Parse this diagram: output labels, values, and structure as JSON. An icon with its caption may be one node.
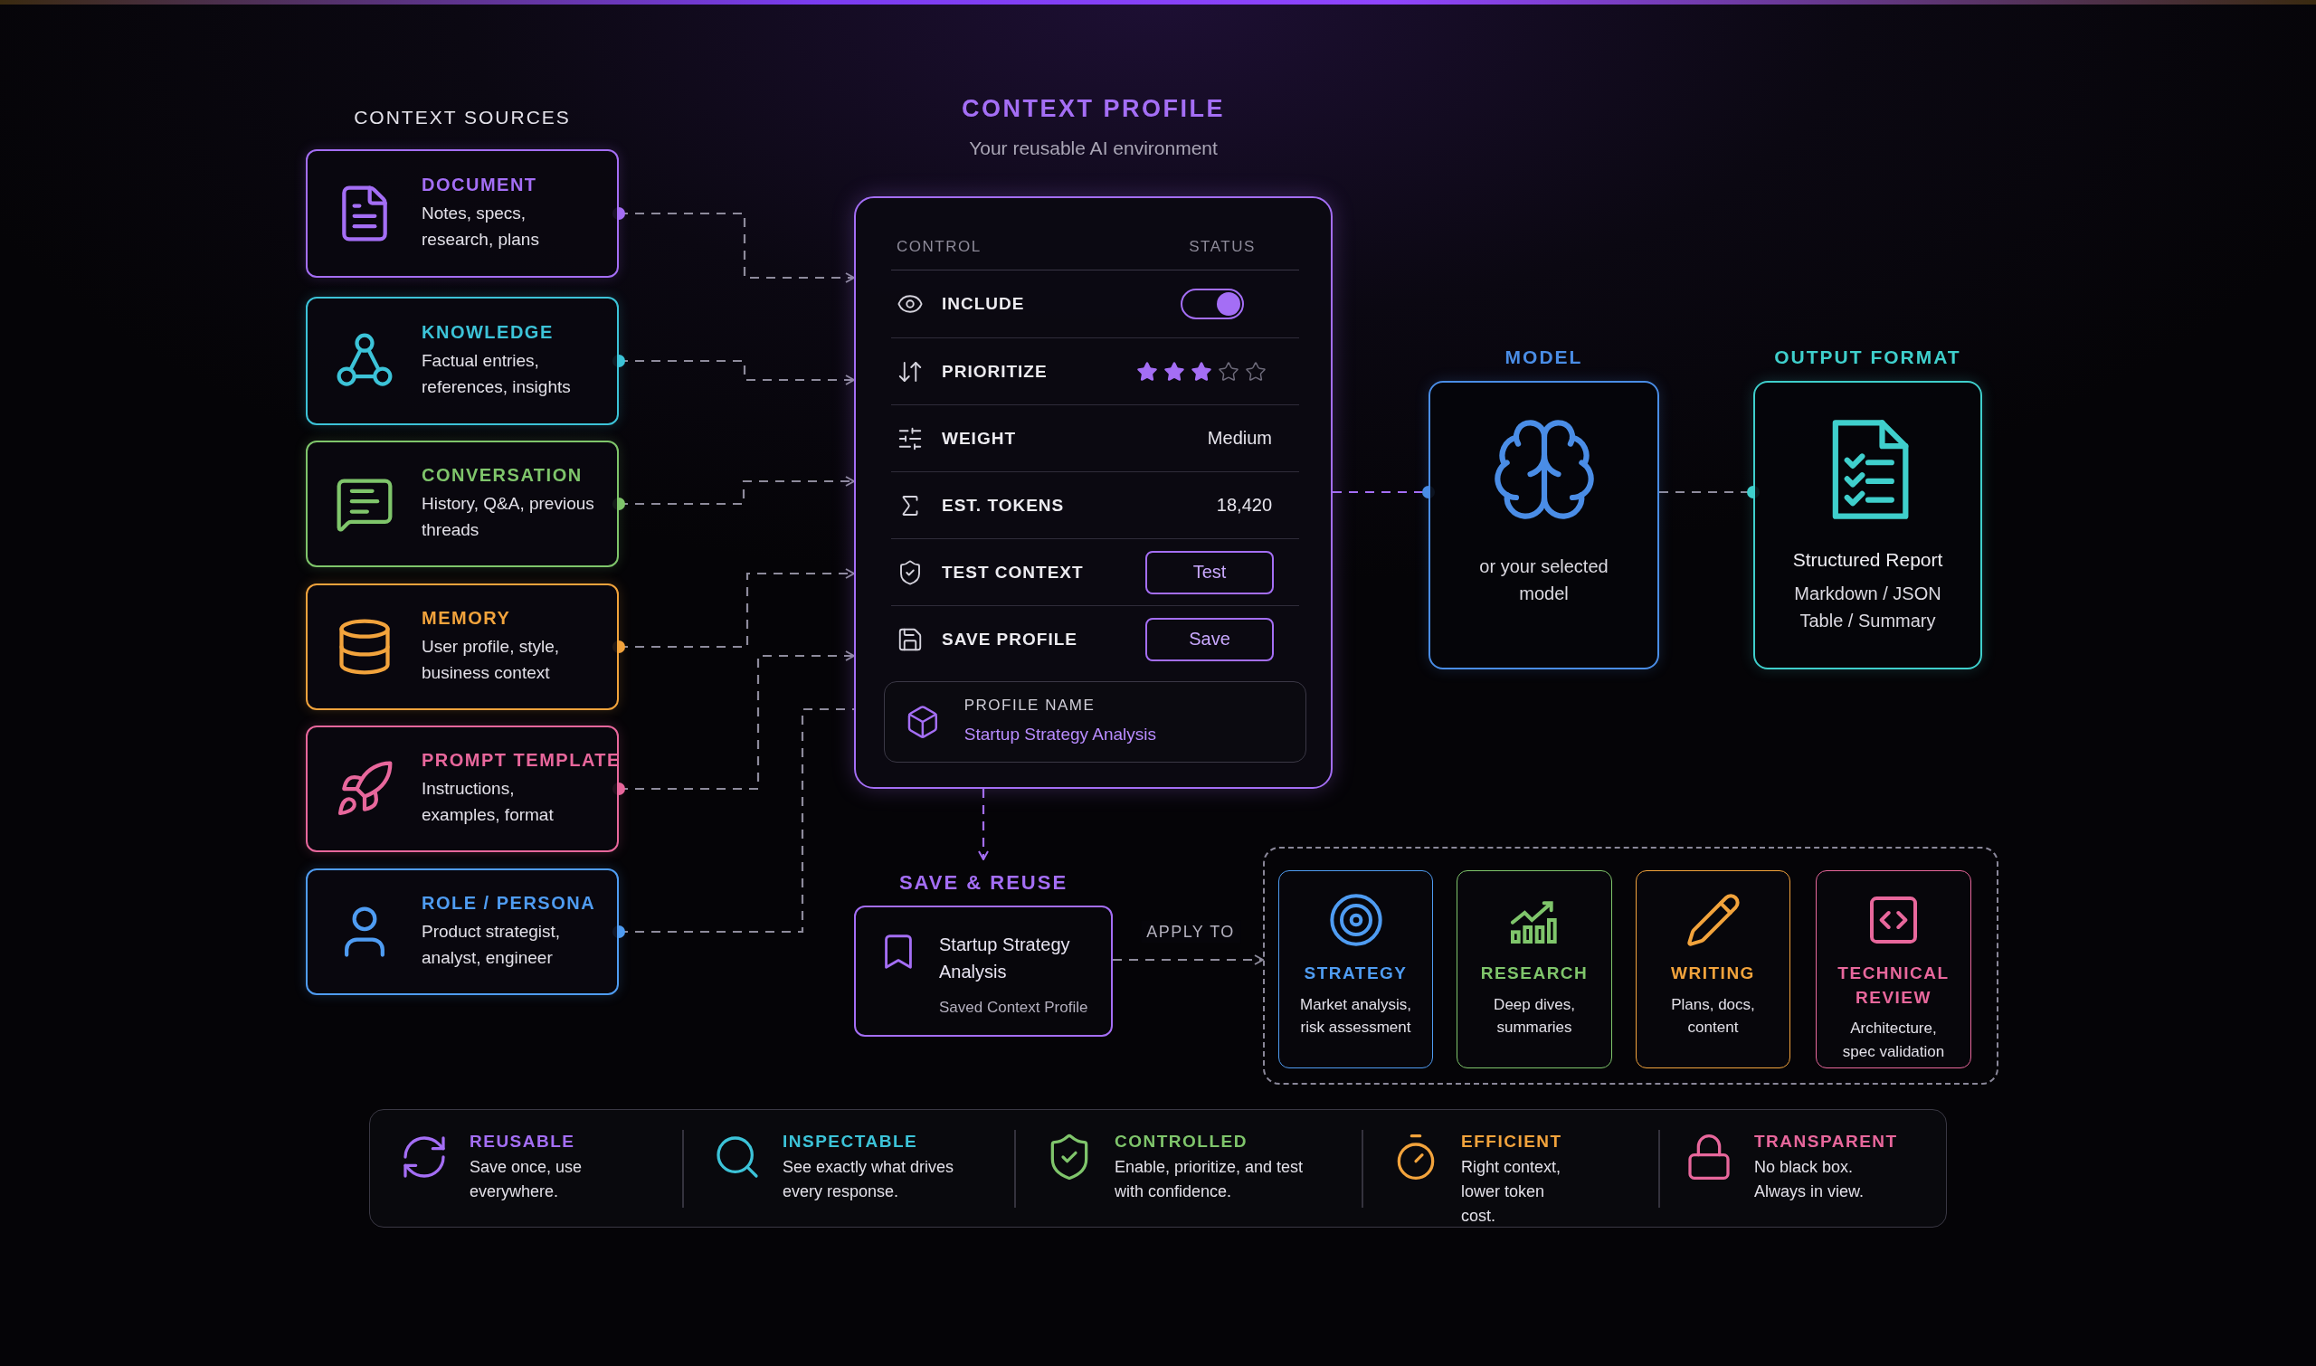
{
  "diagram": {
    "nodes": [
      {
        "text": [
          "DOCUMENT",
          "Notes, specs, research, plans"
        ]
      },
      {
        "text": [
          "KNOWLEDGE",
          "Factual entries, references, insights"
        ]
      },
      {
        "text": [
          "CONVERSATION",
          "History, Q&A, previous threads"
        ]
      },
      {
        "text": [
          "MEMORY",
          "User profile, style, business context"
        ]
      },
      {
        "text": [
          "PROMPT TEMPLATE",
          "Instructions, examples, format"
        ]
      },
      {
        "text": [
          "ROLE / PERSONA",
          "Product strategist, analyst, engineer"
        ]
      },
      {
        "text": [
          "CONTEXT PROFILE",
          "Your reusable AI environment"
        ]
      },
      {
        "text": [
          "PROFILE NAME",
          "Startup Strategy Analysis"
        ],
        "in": 6
      },
      {
        "text": [
          "MODEL",
          "or your selected model"
        ]
      },
      {
        "text": [
          "OUTPUT FORMAT",
          "Structured Report",
          "Markdown / JSON Table / Summary"
        ]
      },
      {
        "text": [
          "SAVE & REUSE",
          "Startup Strategy Analysis",
          "Saved Context Profile"
        ]
      },
      {
        "text": [],
        "shape": "box"
      },
      {
        "text": [
          "STRATEGY",
          "Market analysis, risk assessment"
        ],
        "in": 11
      },
      {
        "text": [
          "RESEARCH",
          "Deep dives, summaries"
        ],
        "in": 11
      },
      {
        "text": [
          "WRITING",
          "Plans, docs, content"
        ],
        "in": 11
      },
      {
        "text": [
          "TECHNICAL REVIEW",
          "Architecture, spec validation"
        ],
        "in": 11
      },
      {
        "text": [],
        "shape": "box"
      },
      {
        "text": [
          "REUSABLE",
          "Save once, use everywhere."
        ],
        "in": 16
      },
      {
        "text": [
          "INSPECTABLE",
          "See exactly what drives every response."
        ],
        "in": 16
      },
      {
        "text": [
          "CONTROLLED",
          "Enable, prioritize, and test with confidence."
        ],
        "in": 16
      },
      {
        "text": [
          "EFFICIENT",
          "Right context, lower token cost."
        ],
        "in": 16
      },
      {
        "text": [
          "TRANSPARENT",
          "No black box. Always in view."
        ],
        "in": 16
      }
    ],
    "edges": [
      {
        "from": 0,
        "to": 6,
        "arrow": "to",
        "style": "dashed"
      },
      {
        "from": 1,
        "to": 6,
        "arrow": "to",
        "style": "dashed"
      },
      {
        "from": 2,
        "to": 6,
        "arrow": "to",
        "style": "dashed"
      },
      {
        "from": 3,
        "to": 6,
        "arrow": "to",
        "style": "dashed"
      },
      {
        "from": 4,
        "to": 6,
        "arrow": "to",
        "style": "dashed"
      },
      {
        "from": 5,
        "to": 6,
        "arrow": "other",
        "style": "dashed"
      },
      {
        "from": 6,
        "to": 8,
        "arrow": "other",
        "style": "dashed",
        "color": "#a46ef5"
      },
      {
        "from": 8,
        "to": 9,
        "arrow": "other",
        "style": "dashed"
      },
      {
        "from": 6,
        "to": 10,
        "arrow": "to",
        "style": "dashed",
        "color": "#a46ef5"
      },
      {
        "from": 10,
        "to": 11,
        "arrow": "to",
        "style": "dashed",
        "label": "APPLY TO"
      }
    ],
    "labels": [
      "CONTEXT SOURCES",
      "CONTROL",
      "STATUS",
      "INCLUDE",
      "PRIORITIZE",
      "WEIGHT",
      "Medium",
      "EST. TOKENS",
      "18,420",
      "TEST CONTEXT",
      "Test",
      "SAVE PROFILE",
      "Save"
    ]
  }
}
